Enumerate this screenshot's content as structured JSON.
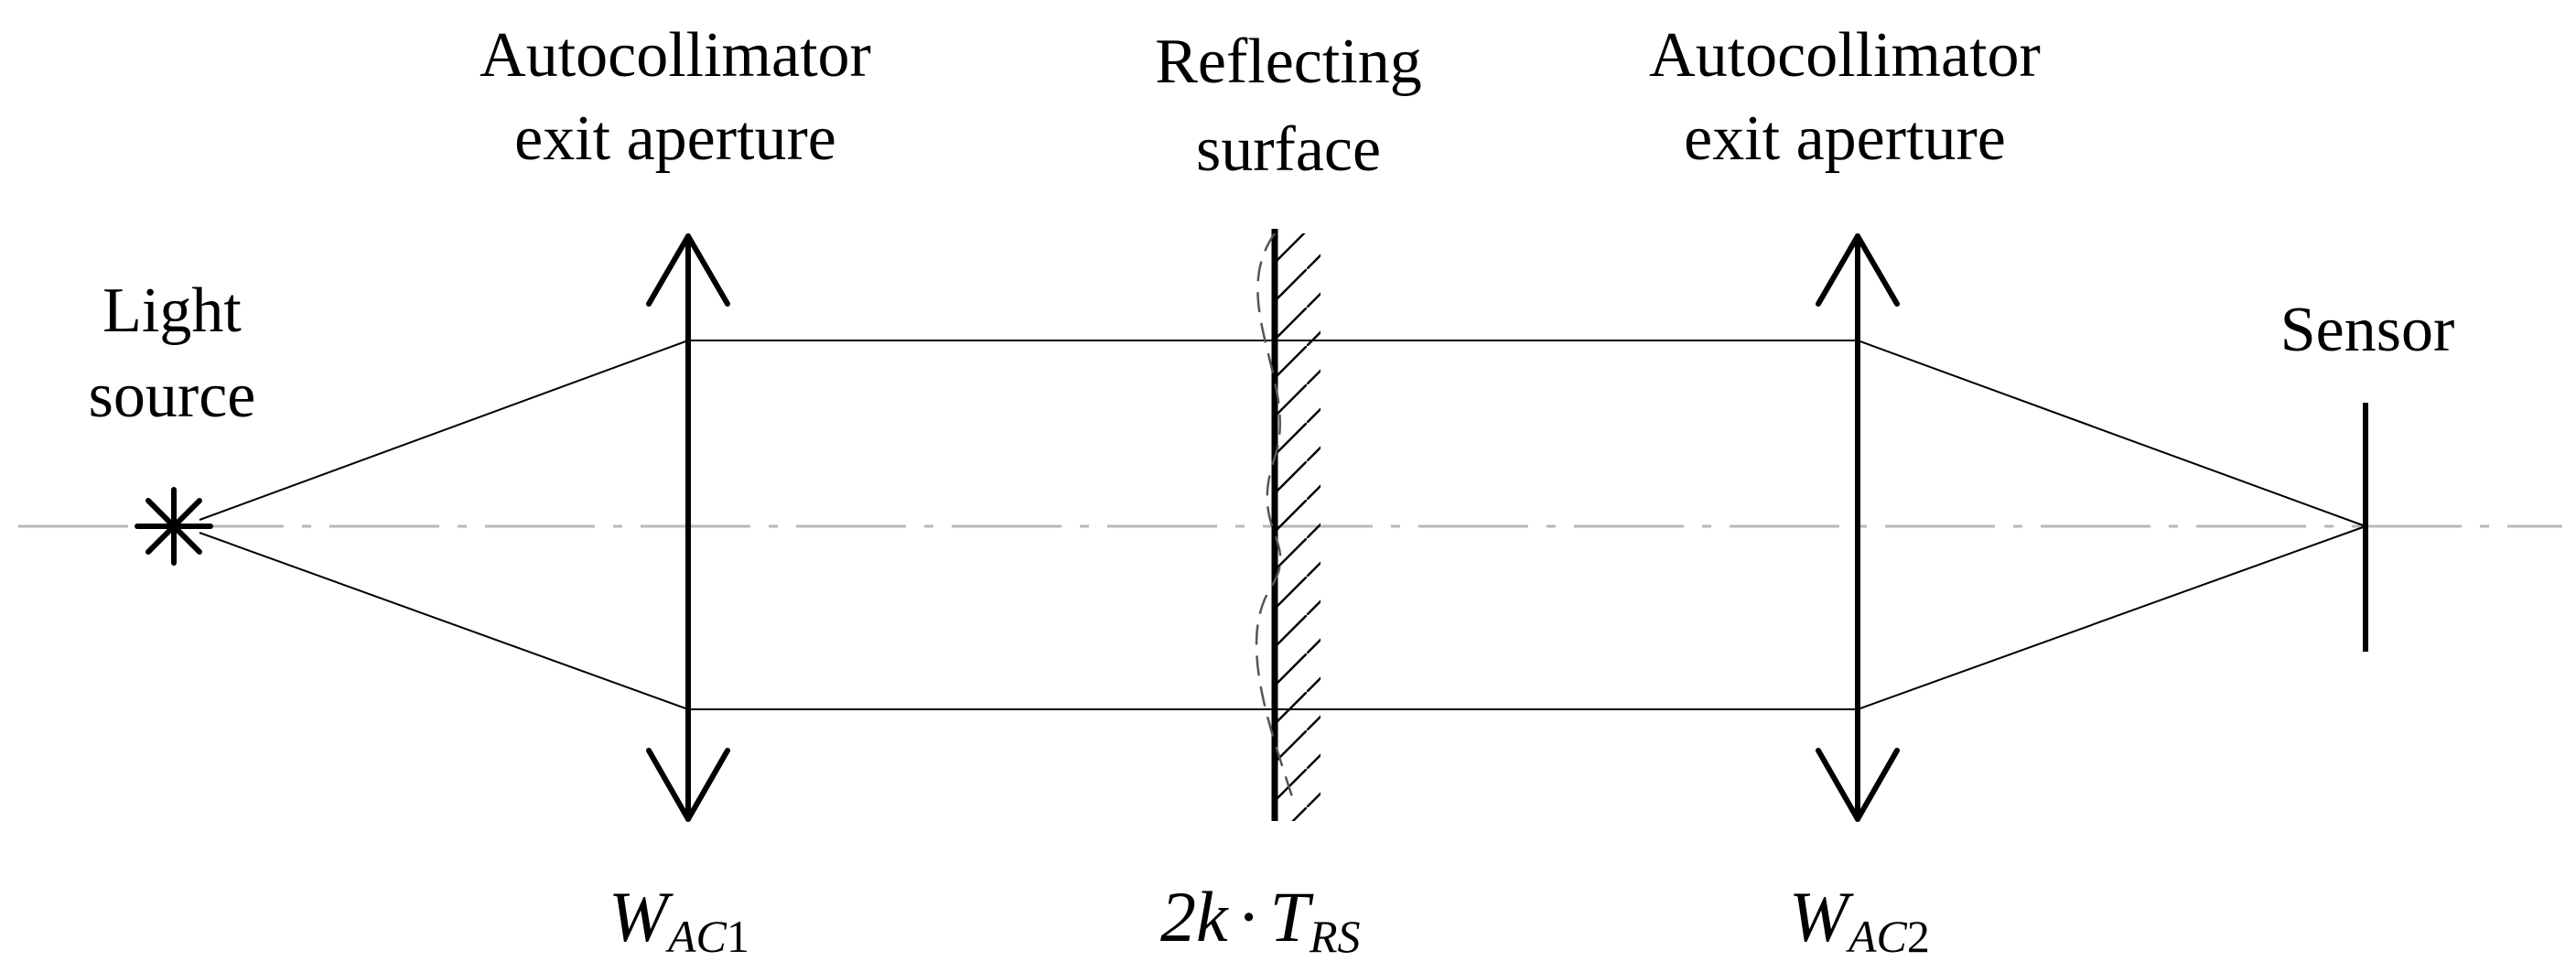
{
  "labels": {
    "light_source": [
      "Light",
      "source"
    ],
    "aperture_left": [
      "Autocollimator",
      "exit aperture"
    ],
    "reflecting_surface": [
      "Reflecting",
      "surface"
    ],
    "aperture_right": [
      "Autocollimator",
      "exit aperture"
    ],
    "sensor": "Sensor"
  },
  "symbols": {
    "w_ac1": {
      "base": "W",
      "sub1": "AC",
      "sub2": "1"
    },
    "reflect": {
      "coef": "2k",
      "dot": "·",
      "base": "T",
      "sub": "RS"
    },
    "w_ac2": {
      "base": "W",
      "sub1": "AC",
      "sub2": "2"
    }
  }
}
